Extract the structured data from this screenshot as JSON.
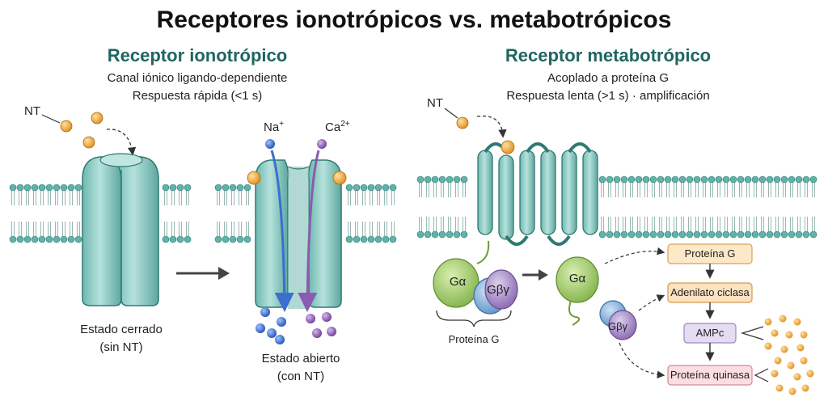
{
  "title": "Receptores ionotrópicos vs. metabotrópicos",
  "ionotropic": {
    "heading": "Receptor ionotrópico",
    "desc_line1": "Canal iónico ligando-dependiente",
    "desc_line2": "Respuesta rápida (<1 s)",
    "nt_label": "NT",
    "na_label": "Na",
    "na_charge": "+",
    "ca_label": "Ca",
    "ca_charge": "2+",
    "closed_line1": "Estado cerrado",
    "closed_line2": "(sin NT)",
    "open_line1": "Estado abierto",
    "open_line2": "(con NT)"
  },
  "metabotropic": {
    "heading": "Receptor metabotrópico",
    "desc_line1": "Acoplado a proteína G",
    "desc_line2": "Respuesta lenta (>1 s) · amplificación",
    "nt_label": "NT",
    "galpha_label": "Gα",
    "gbetagamma_label": "Gβγ",
    "gprotein_label": "Proteína G",
    "cascade": [
      "Proteína G",
      "Adenilato ciclasa",
      "AMPc",
      "Proteína quinasa"
    ]
  },
  "colors": {
    "receptor_fill": "#8ecdc7",
    "receptor_stroke": "#2e7a73",
    "membrane_head": "#5fb3a8",
    "nt_ball": "#f2a93b",
    "na_ion": "#3a6fd0",
    "ca_ion": "#8a5bb0",
    "galpha": "#a6cf6a",
    "gbeta": "#7fb0dd",
    "ggamma": "#a88bc9",
    "box1_fill": "#fde8c8",
    "box2_fill": "#fde1c0",
    "box3_fill": "#e4dcf1",
    "box4_fill": "#fbdde2"
  }
}
